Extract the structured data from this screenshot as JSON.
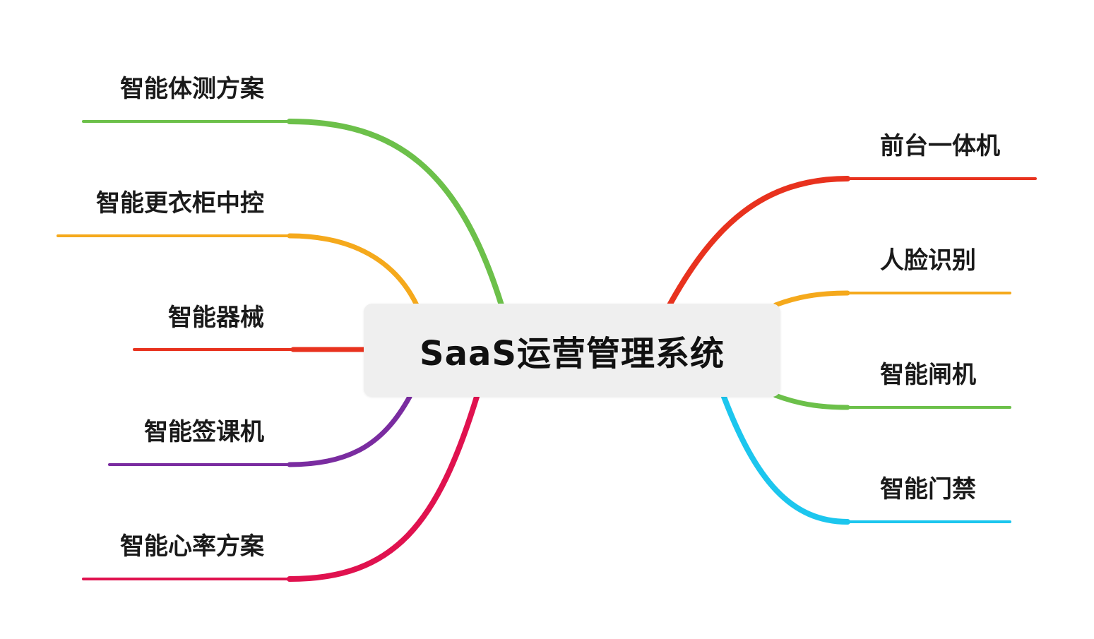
{
  "mindmap": {
    "center": {
      "label": "SaaS运营管理系统"
    },
    "left_topics": [
      {
        "label": "智能体测方案",
        "color": "#6cc04a"
      },
      {
        "label": "智能更衣柜中控",
        "color": "#f5a91c"
      },
      {
        "label": "智能器械",
        "color": "#e8321e"
      },
      {
        "label": "智能签课机",
        "color": "#7a2ca0"
      },
      {
        "label": "智能心率方案",
        "color": "#e0124f"
      }
    ],
    "right_topics": [
      {
        "label": "前台一体机",
        "color": "#e8321e"
      },
      {
        "label": "人脸识别",
        "color": "#f5a91c"
      },
      {
        "label": "智能闸机",
        "color": "#6cc04a"
      },
      {
        "label": "智能门禁",
        "color": "#1cc6ee"
      }
    ]
  }
}
